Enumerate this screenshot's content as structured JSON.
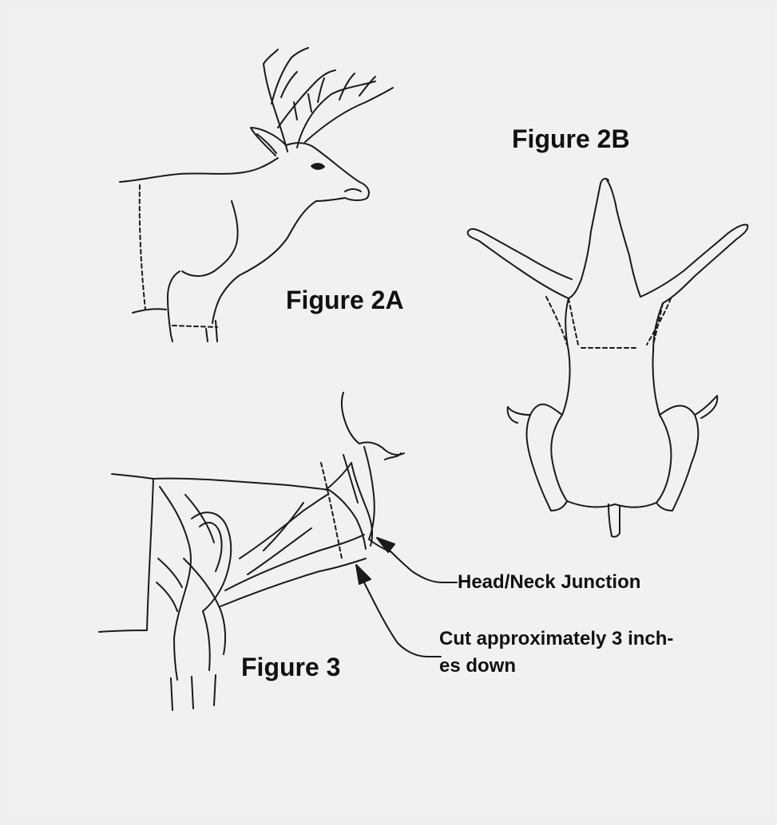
{
  "figures": {
    "fig2a": {
      "title": "Figure 2A"
    },
    "fig2b": {
      "title": "Figure 2B"
    },
    "fig3": {
      "title": "Figure 3"
    }
  },
  "callouts": {
    "head_neck": "Head/Neck Junction",
    "cut_line1": "Cut approximately 3 inch-",
    "cut_line2": "es down"
  }
}
